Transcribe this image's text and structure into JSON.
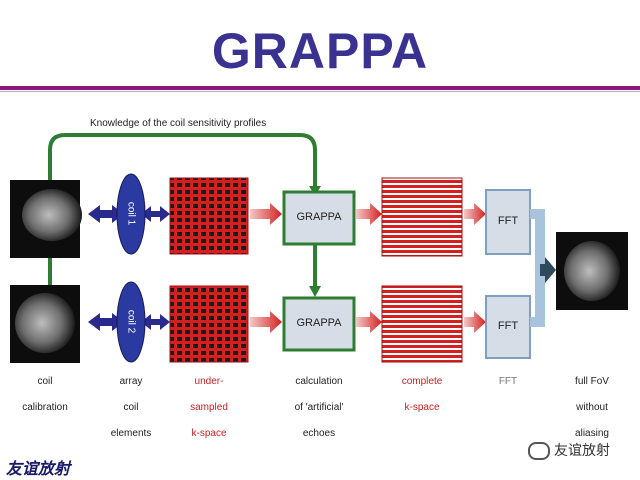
{
  "title": "GRAPPA",
  "knowledge_label": "Knowledge of the coil sensitivity profiles",
  "coils": [
    "coil 1",
    "coil 2"
  ],
  "grappa_label": "GRAPPA",
  "fft_label": "FFT",
  "columns": [
    {
      "lines": [
        "coil",
        "calibration"
      ],
      "color": "default"
    },
    {
      "lines": [
        "array",
        "coil",
        "elements"
      ],
      "color": "default"
    },
    {
      "lines": [
        "under-",
        "sampled",
        "k-space"
      ],
      "color": "red"
    },
    {
      "lines": [
        "calculation",
        "of 'artificial'",
        "echoes"
      ],
      "color": "default"
    },
    {
      "lines": [
        "complete",
        "k-space"
      ],
      "color": "red"
    },
    {
      "lines": [
        "FFT"
      ],
      "color": "gray"
    },
    {
      "lines": [
        "full FoV",
        "without",
        "aliasing"
      ],
      "color": "default"
    }
  ],
  "footer_left": "友谊放射",
  "footer_right": "友谊放射",
  "colors": {
    "title": "#3a3290",
    "rule": "#8a1a7a",
    "green": "#2e7d32",
    "red": "#d42020",
    "blue": "#2a2a8c"
  }
}
